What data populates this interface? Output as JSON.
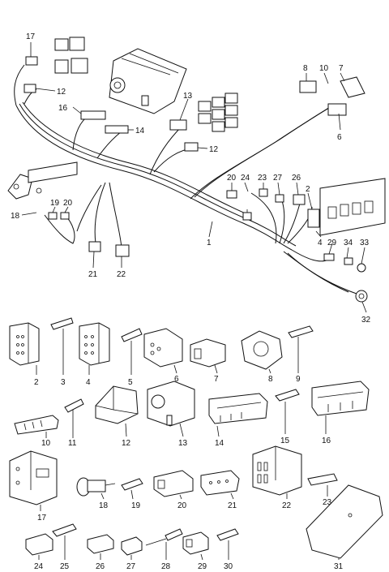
{
  "labels": {
    "l1": "1",
    "l2": "2",
    "l3": "3",
    "l4": "4",
    "l5": "5",
    "l6": "6",
    "l7": "7",
    "l8": "8",
    "l9": "9",
    "l10": "10",
    "l11": "11",
    "l12": "12",
    "l13": "13",
    "l14": "14",
    "l15": "15",
    "l16": "16",
    "l17": "17",
    "l18": "18",
    "l19": "19",
    "l20": "20",
    "l21": "21",
    "l22": "22",
    "l23": "23",
    "l24": "24",
    "l25": "25",
    "l26": "26",
    "l27": "27",
    "l28": "28",
    "l29": "29",
    "l30": "30",
    "l31": "31",
    "l32": "32",
    "l33": "33",
    "l34": "34"
  },
  "callouts_top": {
    "c17": "17",
    "c12a": "12",
    "c16": "16",
    "c14": "14",
    "c13": "13",
    "c12b": "12",
    "c8": "8",
    "c10": "10",
    "c7": "7",
    "c6": "6",
    "c18": "18",
    "c19": "19",
    "c20a": "20",
    "c21": "21",
    "c22": "22",
    "c1": "1",
    "c20b": "20",
    "c24": "24",
    "c23": "23",
    "c27": "27",
    "c26": "26",
    "c2": "2",
    "c4": "4",
    "c29": "29",
    "c34": "34",
    "c33": "33",
    "c32": "32"
  }
}
